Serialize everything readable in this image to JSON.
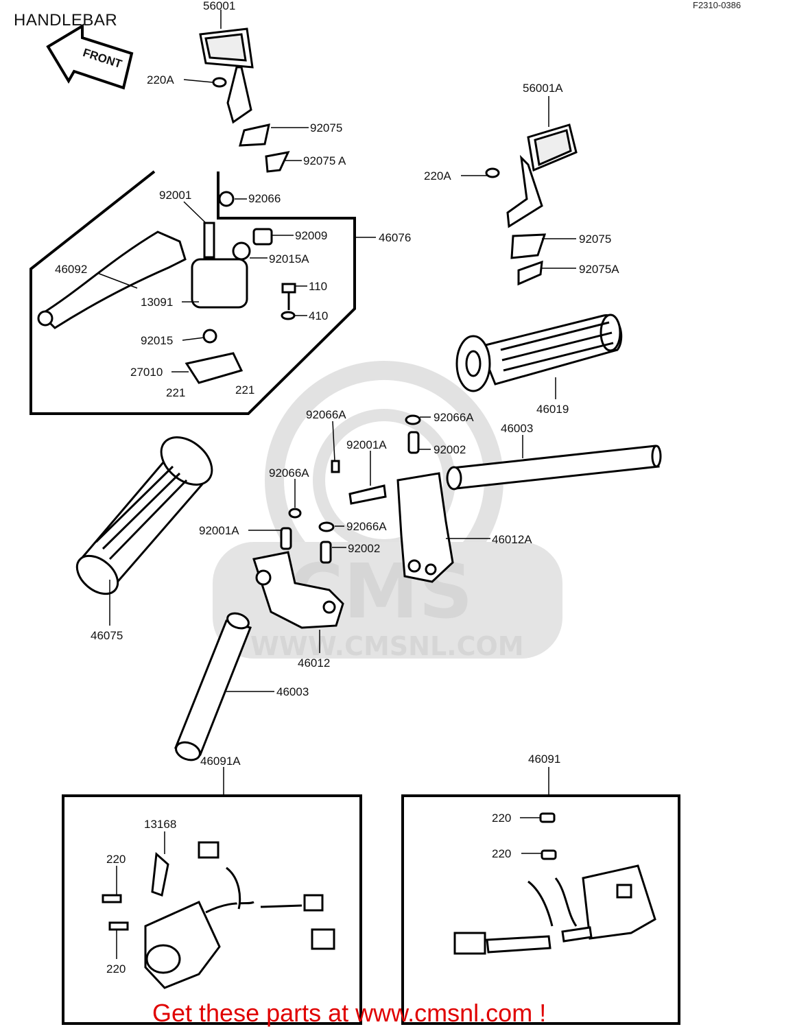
{
  "header": {
    "title": "HANDLEBAR",
    "code": "F2310-0386"
  },
  "front_label": "FRONT",
  "watermark": {
    "logo_text": "CMS",
    "url_text": "WWW.CMSNL.COM"
  },
  "footer": {
    "text": "Get these parts at www.cmsnl.com !",
    "color": "#e00000"
  },
  "part_labels": {
    "p56001": "56001",
    "p220A_left": "220A",
    "p92075_left": "92075",
    "p92075A_left": "92075 A",
    "p92001": "92001",
    "p92066": "92066",
    "p92009": "92009",
    "p46076": "46076",
    "p92015A": "92015A",
    "p46092": "46092",
    "p110": "110",
    "p13091": "13091",
    "p410": "410",
    "p92015": "92015",
    "p27010": "27010",
    "p221_left": "221",
    "p221_right": "221",
    "p56001A": "56001A",
    "p220A_right": "220A",
    "p92075_right": "92075",
    "p92075A_right": "92075A",
    "p46019": "46019",
    "p92066A_top": "92066A",
    "p92066A_topright": "92066A",
    "p46003_right": "46003",
    "p92001A_top": "92001A",
    "p92002_top": "92002",
    "p92066A_mid": "92066A",
    "p92001A_left": "92001A",
    "p92066A_right2": "92066A",
    "p92002_mid": "92002",
    "p46012A": "46012A",
    "p46075": "46075",
    "p46012": "46012",
    "p46003_left": "46003",
    "p46091A": "46091A",
    "p46091": "46091",
    "p13168": "13168",
    "p220_a": "220",
    "p220_b": "220",
    "p220_c": "220",
    "p220_d": "220"
  }
}
